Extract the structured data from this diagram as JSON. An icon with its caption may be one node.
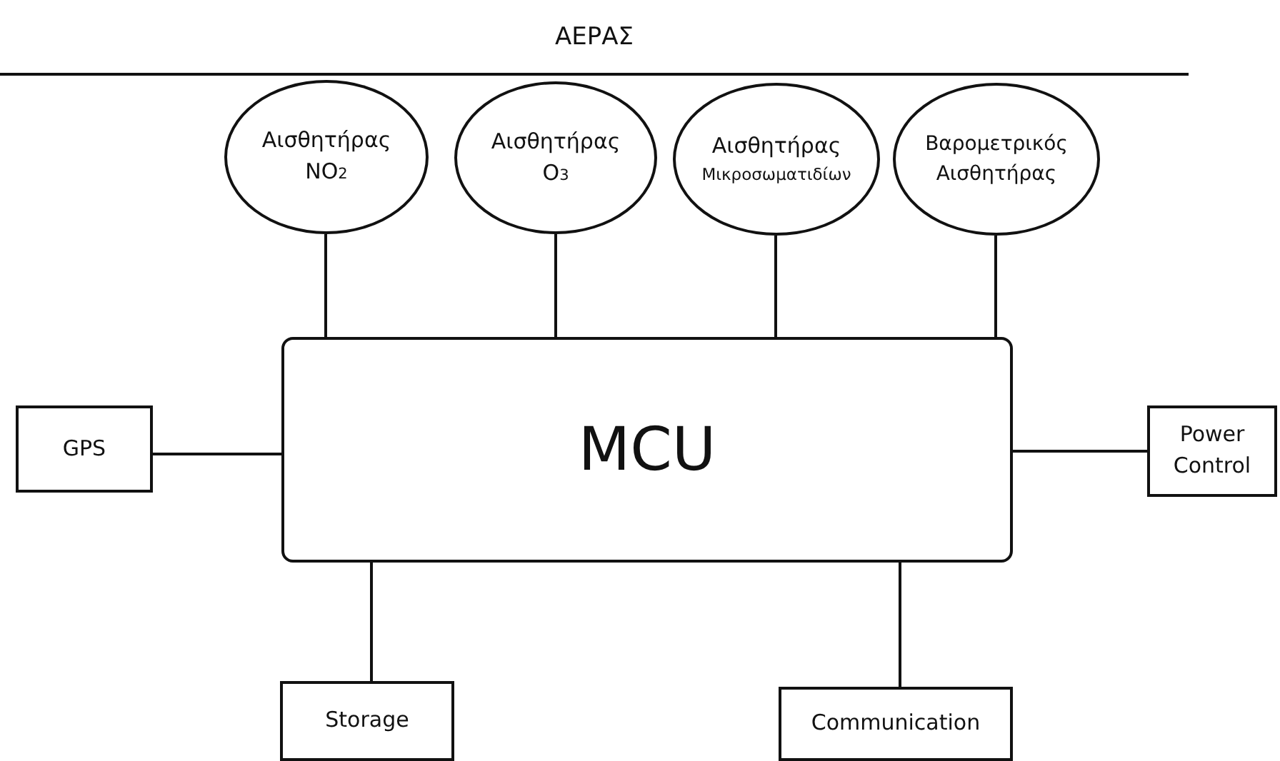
{
  "diagram": {
    "nodes": [
      {
        "text": [
          "Αισθητήρας",
          "NO$_{2}$"
        ]
      },
      {
        "text": [
          "Αισθητήρας",
          "O$_{3}$"
        ]
      },
      {
        "text": [
          "Αισθητήρας",
          "Μικροσωματιδίων"
        ]
      },
      {
        "text": [
          "Βαρομετρικός Αισθητήρας"
        ]
      },
      {
        "text": [
          "MCU"
        ]
      },
      {
        "text": [
          "GPS"
        ]
      },
      {
        "text": [
          "Power Control"
        ]
      },
      {
        "text": [
          "Storage"
        ]
      },
      {
        "text": [
          "Communication"
        ]
      }
    ],
    "edges": [
      {
        "from": 0,
        "to": 4,
        "arrow": "none"
      },
      {
        "from": 1,
        "to": 4,
        "arrow": "none"
      },
      {
        "from": 2,
        "to": 4,
        "arrow": "none"
      },
      {
        "from": 3,
        "to": 4,
        "arrow": "none"
      },
      {
        "from": 5,
        "to": 4,
        "arrow": "none"
      },
      {
        "from": 4,
        "to": 6,
        "arrow": "none"
      },
      {
        "from": 4,
        "to": 7,
        "arrow": "none"
      },
      {
        "from": 4,
        "to": 8,
        "arrow": "none"
      }
    ],
    "labels": [
      "ΑΕΡΑΣ"
    ]
  }
}
